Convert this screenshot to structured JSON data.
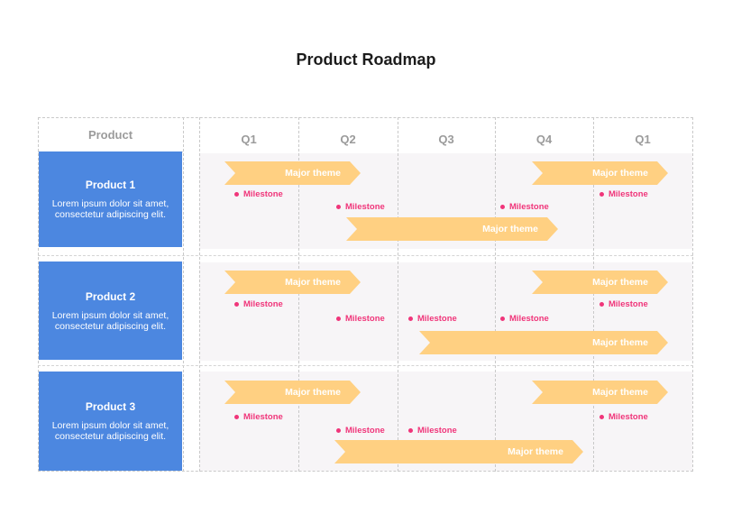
{
  "title": "Product Roadmap",
  "product_header": "Product",
  "quarters": [
    "Q1",
    "Q2",
    "Q3",
    "Q4",
    "Q1"
  ],
  "colors": {
    "product_card": "#4c87e0",
    "theme_bar": "#ffd082",
    "milestone": "#f0357a"
  },
  "products": [
    {
      "name": "Product 1",
      "description": "Lorem ipsum dolor sit amet, consectetur adipiscing elit.",
      "themes": [
        "Major theme",
        "Major theme",
        "Major theme"
      ],
      "milestones": [
        "Milestone",
        "Milestone",
        "Milestone",
        "Milestone"
      ]
    },
    {
      "name": "Product 2",
      "description": "Lorem ipsum dolor sit amet, consectetur adipiscing elit.",
      "themes": [
        "Major theme",
        "Major theme",
        "Major theme"
      ],
      "milestones": [
        "Milestone",
        "Milestone",
        "Milestone",
        "Milestone",
        "Milestone"
      ]
    },
    {
      "name": "Product 3",
      "description": "Lorem ipsum dolor sit amet, consectetur adipiscing elit.",
      "themes": [
        "Major theme",
        "Major theme",
        "Major theme"
      ],
      "milestones": [
        "Milestone",
        "Milestone",
        "Milestone",
        "Milestone"
      ]
    }
  ]
}
